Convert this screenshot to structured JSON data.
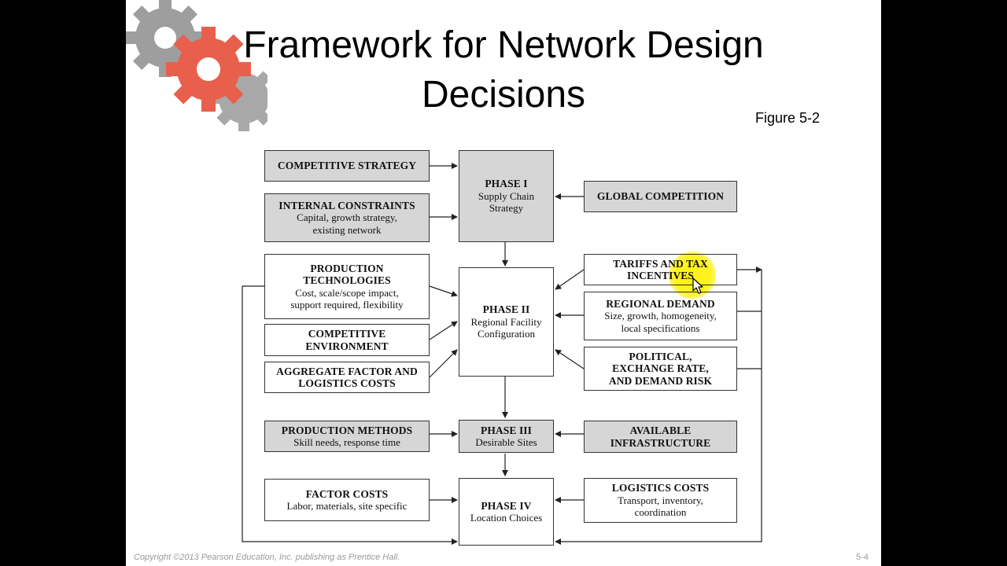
{
  "slide": {
    "title_line1": "Framework for Network Design",
    "title_line2": "Decisions",
    "figure_label": "Figure 5-2",
    "footer": "Copyright ©2013 Pearson Education, Inc. publishing as Prentice Hall.",
    "page_number": "5-4"
  },
  "boxes": {
    "competitive_strategy": {
      "title": "COMPETITIVE STRATEGY"
    },
    "internal_constraints": {
      "title": "INTERNAL CONSTRAINTS",
      "line1": "Capital, growth strategy,",
      "line2": "existing network"
    },
    "phase1": {
      "title": "PHASE I",
      "line1": "Supply Chain",
      "line2": "Strategy"
    },
    "global_competition": {
      "title": "GLOBAL COMPETITION"
    },
    "production_technologies": {
      "title1": "PRODUCTION",
      "title2": "TECHNOLOGIES",
      "line1": "Cost, scale/scope impact,",
      "line2": "support required, flexibility"
    },
    "competitive_environment": {
      "title1": "COMPETITIVE",
      "title2": "ENVIRONMENT"
    },
    "aggregate_costs": {
      "title1": "AGGREGATE FACTOR AND",
      "title2": "LOGISTICS COSTS"
    },
    "phase2": {
      "title": "PHASE II",
      "line1": "Regional Facility",
      "line2": "Configuration"
    },
    "tariffs": {
      "title1": "TARIFFS AND TAX",
      "title2": "INCENTIVES"
    },
    "regional_demand": {
      "title": "REGIONAL DEMAND",
      "line1": "Size, growth, homogeneity,",
      "line2": "local specifications"
    },
    "political": {
      "title1": "POLITICAL,",
      "title2": "EXCHANGE RATE,",
      "title3": "AND DEMAND RISK"
    },
    "production_methods": {
      "title": "PRODUCTION METHODS",
      "line1": "Skill needs, response time"
    },
    "phase3": {
      "title": "PHASE III",
      "line1": "Desirable Sites"
    },
    "available_infrastructure": {
      "title1": "AVAILABLE",
      "title2": "INFRASTRUCTURE"
    },
    "factor_costs": {
      "title": "FACTOR COSTS",
      "line1": "Labor, materials, site specific"
    },
    "phase4": {
      "title": "PHASE IV",
      "line1": "Location Choices"
    },
    "logistics_costs": {
      "title": "LOGISTICS COSTS",
      "line1": "Transport, inventory,",
      "line2": "coordination"
    }
  },
  "colors": {
    "shaded_box": "#d6d6d6",
    "gear_gray": "#9a9a9a",
    "gear_red": "#e8604c",
    "highlight": "#fff000"
  },
  "icons": [
    "gears-logo-icon",
    "mouse-cursor-icon"
  ]
}
